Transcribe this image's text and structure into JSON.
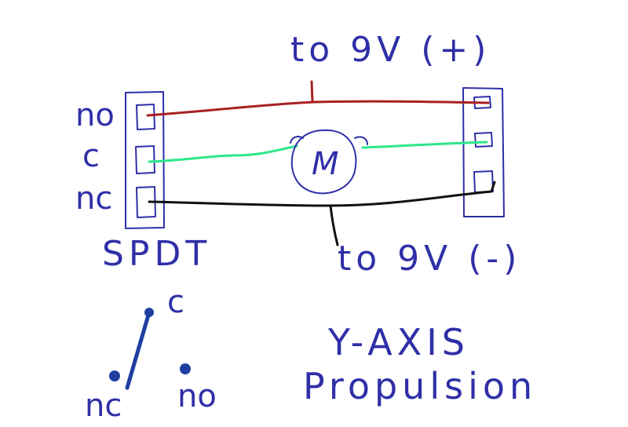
{
  "top_label": "to 9V (+)",
  "bottom_label": "to 9V (-)",
  "switch_name": "SPDT",
  "terminal_labels": {
    "no": "no",
    "c": "c",
    "nc": "nc"
  },
  "motor_label": "M",
  "title": {
    "line1": "Y-AXIS",
    "line2": "Propulsion"
  },
  "schematic_labels": {
    "c": "c",
    "nc": "nc",
    "no": "no"
  },
  "colors": {
    "ink": "#2f2fa8",
    "wire_positive": "#a82020",
    "wire_common": "#2ee68a",
    "wire_negative": "#111111",
    "schematic": "#1f3fa0"
  }
}
